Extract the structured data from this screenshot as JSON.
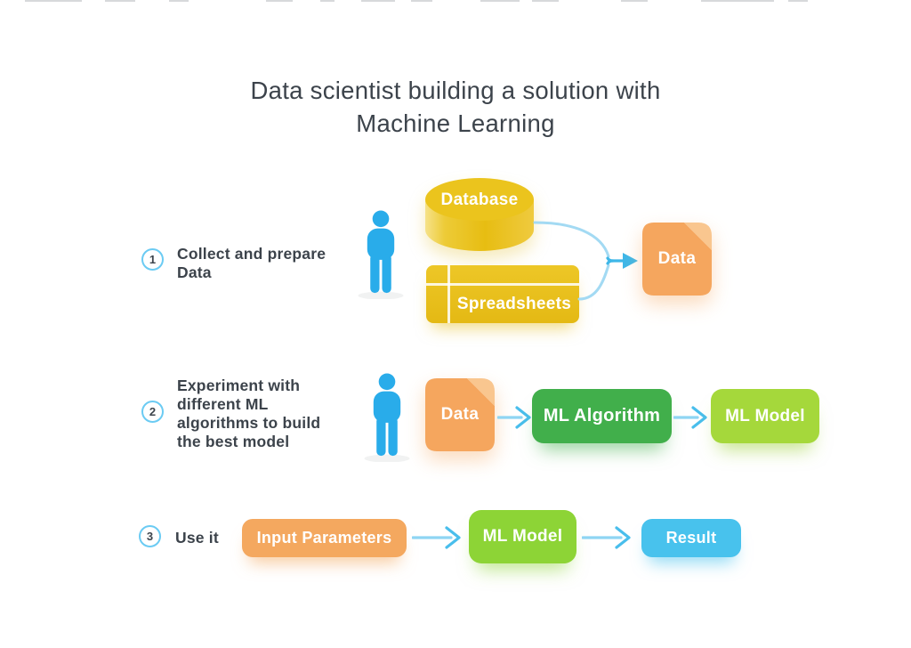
{
  "title": {
    "line1": "Data scientist building a solution with",
    "line2": "Machine Learning"
  },
  "step1": {
    "number": "1",
    "description_lines": [
      "Collect and prepare",
      "Data"
    ],
    "nodes": {
      "database": "Database",
      "spreadsheets": "Spreadsheets",
      "data_document": "Data"
    }
  },
  "step2": {
    "number": "2",
    "description_lines": [
      "Experiment with",
      "different ML",
      "algorithms to build",
      "the best model"
    ],
    "nodes": {
      "data_document": "Data",
      "ml_algorithm": "ML Algorithm",
      "ml_model": "ML Model"
    }
  },
  "step3": {
    "number": "3",
    "description": "Use it",
    "nodes": {
      "input_parameters": "Input Parameters",
      "ml_model": "ML Model",
      "result": "Result"
    }
  },
  "colors": {
    "title_text": "#3C434B",
    "person_blue": "#29ACEA",
    "number_circle_border": "#6BCBF3",
    "arrow_blue": "#58C3EF",
    "merge_arrow_head_blue": "#3EB7E8",
    "database_yellow": "#EBC41D",
    "spreadsheets_yellow": "#E8BE1C",
    "document_orange": "#F5A65E",
    "document_fold_light_orange": "#F9C68F",
    "ml_algorithm_green": "#41AF4B",
    "ml_model_light_green": "#A5D83B",
    "ml_model_bright_green": "#8DD436",
    "input_parameters_orange": "#F4A85F",
    "result_blue": "#48C2ED"
  }
}
